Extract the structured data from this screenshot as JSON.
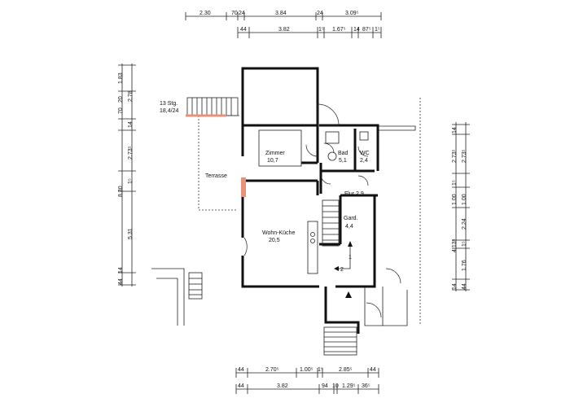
{
  "dimensions": {
    "top_row1": [
      "2.30",
      "70",
      "24",
      "3.84",
      "24",
      "3.09⁵"
    ],
    "top_row2": [
      "44",
      "3.82",
      "1⁵",
      "1.67⁵",
      "14",
      "87⁵",
      "1⁵"
    ],
    "left": [
      "1.83",
      "2.78",
      "20",
      "70",
      "14",
      "2.73⁵",
      "1⁵",
      "8.30",
      "5.31",
      "14",
      "44"
    ],
    "right": [
      "14",
      "2.73⁵",
      "2.73⁵",
      "1⁵",
      "1.00",
      "1.00",
      "2.24",
      "1⁵",
      "4.13⁵",
      "1.76",
      "14",
      "44"
    ],
    "bottom_row1": [
      "44",
      "2.70⁵",
      "1.00⁵",
      "1⁵",
      "2.85⁵",
      "44"
    ],
    "bottom_row2": [
      "44",
      "3.82",
      "94",
      "10",
      "1.29⁵",
      "36⁵"
    ]
  },
  "rooms": {
    "zimmer_name": "Zimmer",
    "zimmer_area": "10,7",
    "bad_name": "Bad",
    "bad_area": "5,1",
    "wc_name": "WC",
    "wc_area": "2,4",
    "flur_name": "Flur 2,9",
    "gard_name": "Gard.",
    "gard_area": "4,4",
    "wohn_name": "Wohn-Küche",
    "wohn_area": "20,5",
    "terrasse": "Terrasse"
  },
  "stairs": {
    "label1": "13 Stg.",
    "label2": "18,4/24",
    "step1": "1",
    "step2": "2"
  },
  "colors": {
    "highlight": "#e8927c",
    "ink": "#111111"
  }
}
